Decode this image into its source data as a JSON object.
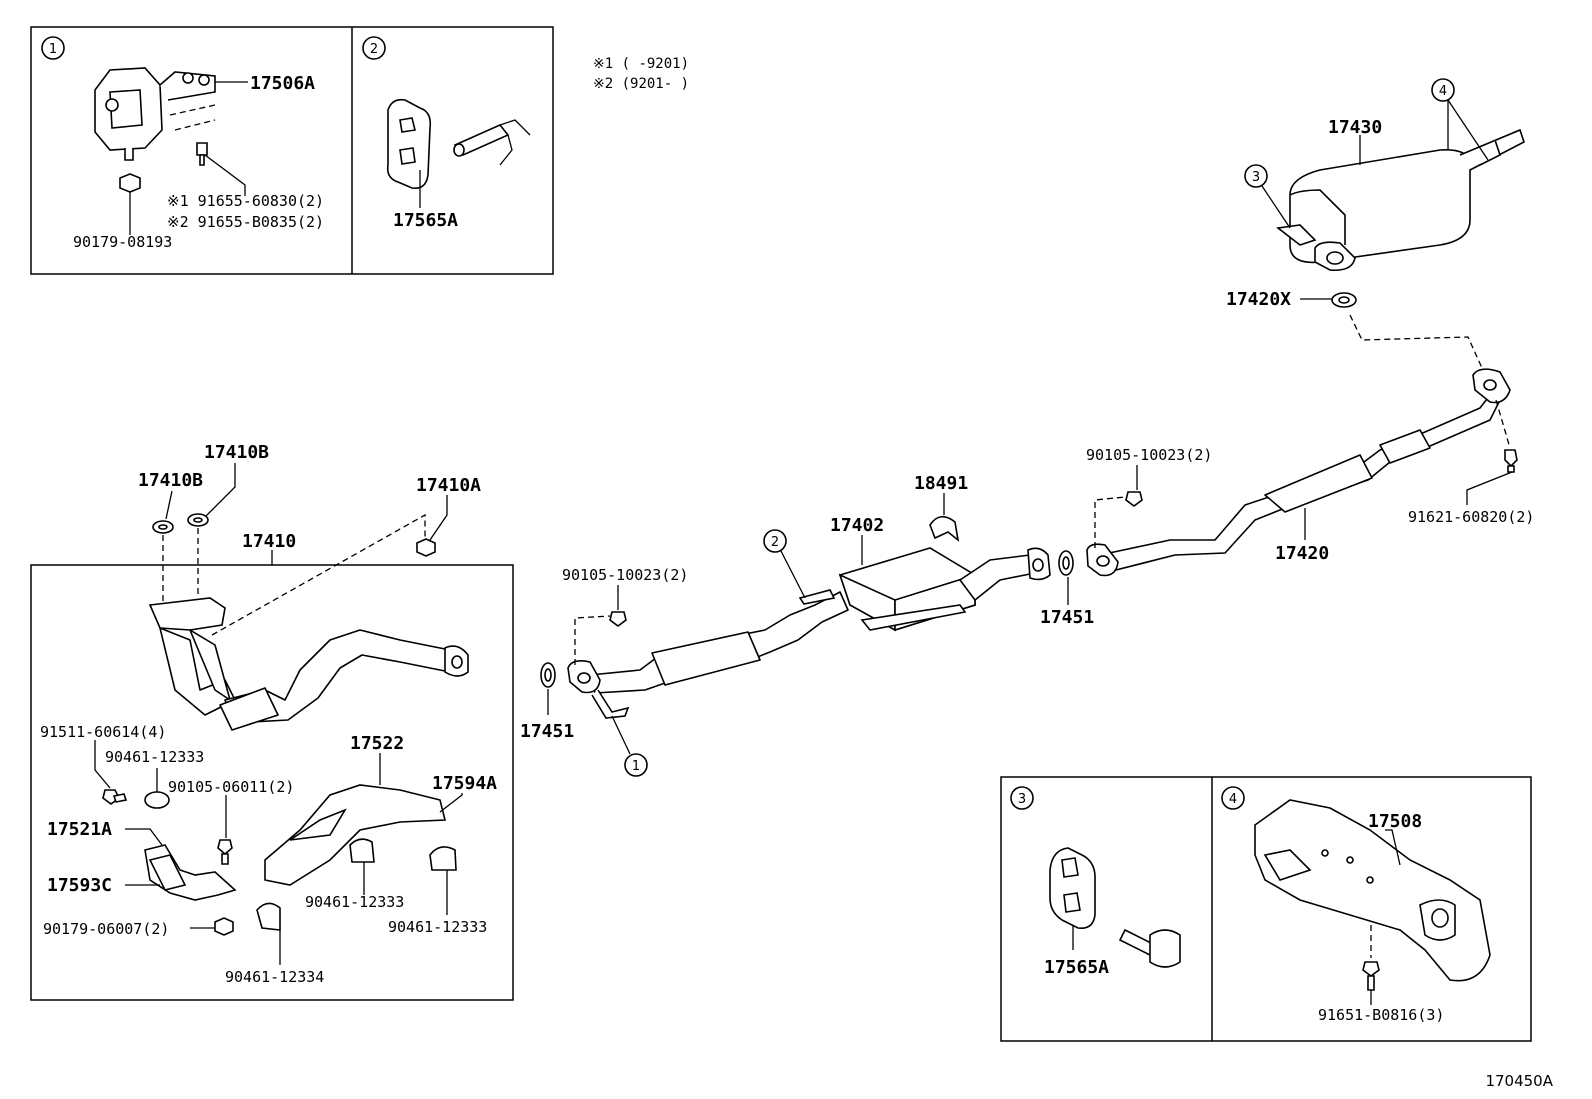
{
  "notes": {
    "note1": "※1 (     -9201)",
    "note2": "※2 (9201-     )"
  },
  "inset1": {
    "circle": "1",
    "p17506a": "17506A",
    "bolt1": "※1 91655-60830(2)",
    "bolt2": "※2 91655-B0835(2)",
    "nut": "90179-08193"
  },
  "inset2": {
    "circle": "2",
    "p17565a": "17565A"
  },
  "inset3": {
    "circle": "3",
    "p17565a": "17565A"
  },
  "inset4": {
    "circle": "4",
    "p17508": "17508",
    "bolt": "91651-B0816(3)"
  },
  "labels": {
    "p17410b_top": "17410B",
    "p17410b_left": "17410B",
    "p17410a": "17410A",
    "p17410": "17410",
    "p91511": "91511-60614(4)",
    "p90461_a": "90461-12333",
    "p90105_06011": "90105-06011(2)",
    "p17522": "17522",
    "p17594a": "17594A",
    "p17521a": "17521A",
    "p17593c": "17593C",
    "p90179_06007": "90179-06007(2)",
    "p90461_b": "90461-12333",
    "p90461_c": "90461-12333",
    "p90461_12334": "90461-12334",
    "p90105_left": "90105-10023(2)",
    "p17451_left": "17451",
    "p17402": "17402",
    "p18491": "18491",
    "p17451_right": "17451",
    "p90105_right": "90105-10023(2)",
    "p17420": "17420",
    "p91621": "91621-60820(2)",
    "p17420x": "17420X",
    "p17430": "17430",
    "circ1": "1",
    "circ2": "2",
    "circ3": "3",
    "circ4": "4"
  },
  "diagram_code": "170450A"
}
